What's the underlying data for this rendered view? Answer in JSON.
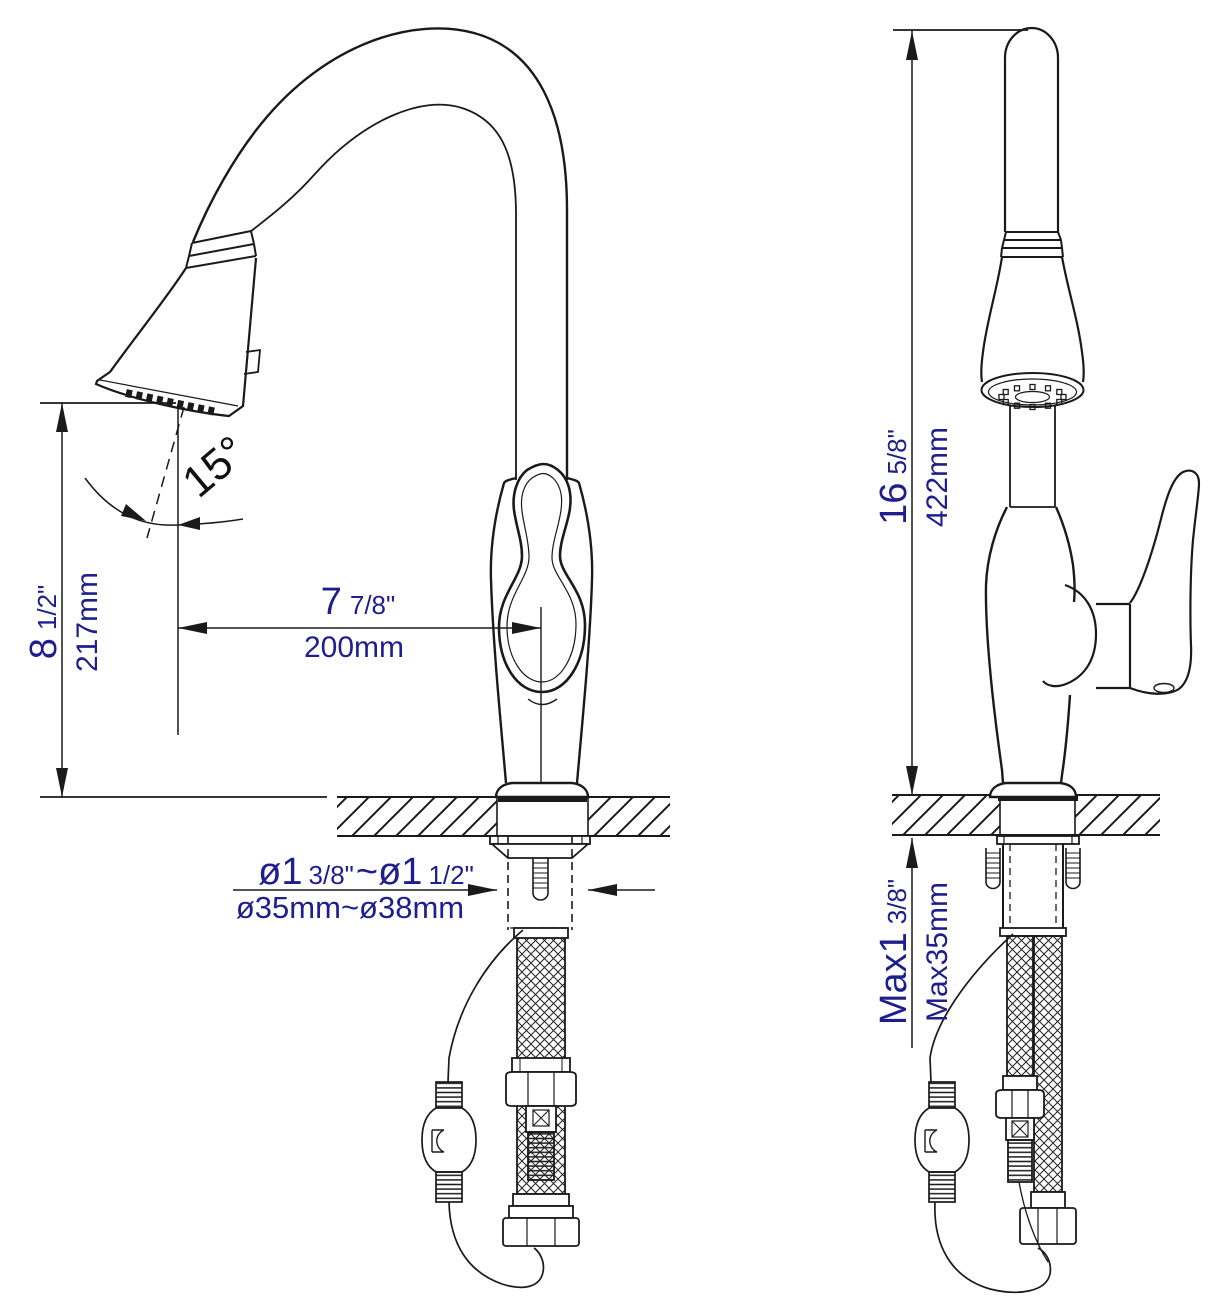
{
  "page": {
    "title": "Pull-down kitchen faucet installation dimension drawing",
    "background": "#ffffff"
  },
  "palette": {
    "line_color": "#1a1a1a",
    "dimension_text_color": "#1e1e8f"
  },
  "views": {
    "front": "front-view-with-gooseneck-spout",
    "side": "side-view-with-lever-handle"
  },
  "dimensions": {
    "spray_angle": {
      "value": "15°"
    },
    "spout_height": {
      "imperial_whole": "8",
      "imperial_fraction": "1/2\"",
      "metric": "217mm"
    },
    "spout_reach": {
      "imperial_whole": "7",
      "imperial_fraction": "7/8\"",
      "metric": "200mm"
    },
    "overall_height": {
      "imperial_whole": "16",
      "imperial_fraction": "5/8\"",
      "metric": "422mm"
    },
    "mounting_hole_diameter": {
      "imperial_part1": "ø1",
      "imperial_fraction1": "3/8\"",
      "imperial_part2": "~ø1",
      "imperial_fraction2": "1/2\"",
      "metric": "ø35mm~ø38mm"
    },
    "max_counter_thickness": {
      "imperial_whole": "Max1",
      "imperial_fraction": "3/8\"",
      "metric": "Max35mm"
    }
  }
}
